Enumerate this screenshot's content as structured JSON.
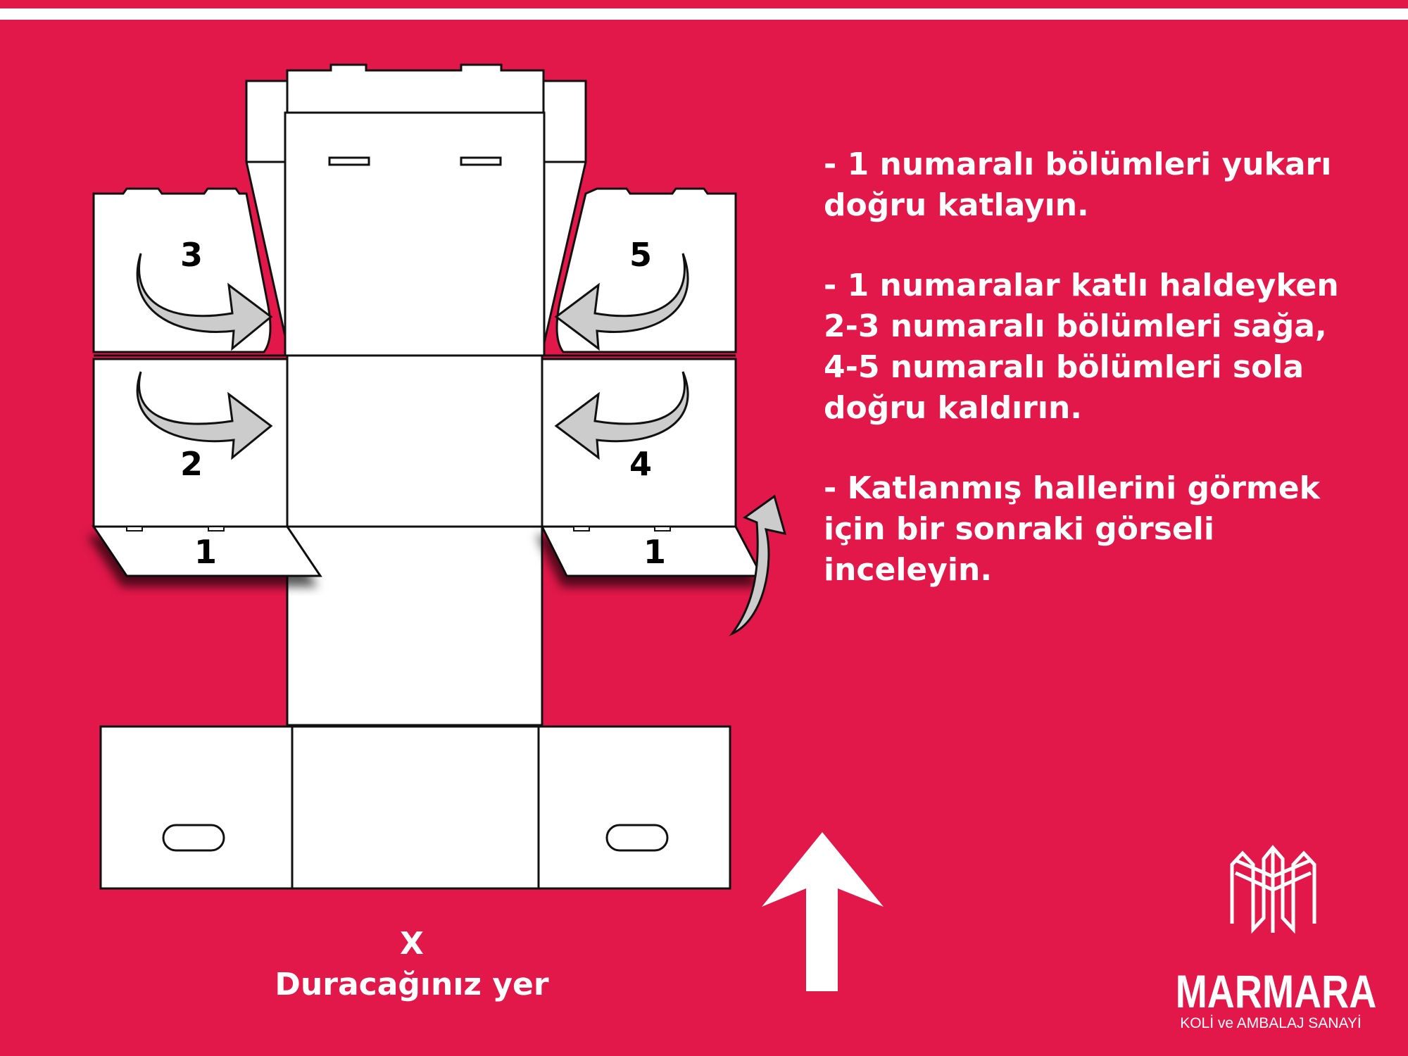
{
  "panel_numbers": {
    "left_top": "3",
    "right_top": "5",
    "left_mid": "2",
    "right_mid": "4",
    "left_flap": "1",
    "right_flap": "1"
  },
  "instructions": [
    "- 1 numaralı bölümleri yukarı\ndoğru katlayın.",
    "- 1 numaralar katlı haldeyken\n2-3 numaralı bölümleri sağa,\n4-5 numaralı bölümleri sola\ndoğru kaldırın.",
    "- Katlanmış hallerini görmek\niçin bir sonraki görseli\ninceleyin."
  ],
  "standing": {
    "mark": "X",
    "label": "Duracağınız yer"
  },
  "brand": {
    "name": "MARMARA",
    "subtitle": "KOLİ ve AMBALAJ SANAYİ"
  },
  "colors": {
    "background": "#e2174a",
    "panel": "#ffffff",
    "outline": "#111111",
    "arrow": "#cccccc"
  }
}
